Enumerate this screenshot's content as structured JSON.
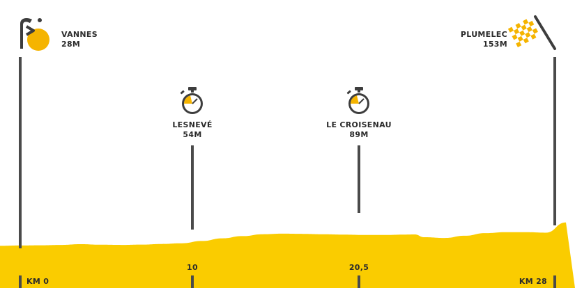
{
  "colors": {
    "profile_fill": "#FACC00",
    "accent": "#F5B400",
    "marker_line": "#4a4a4a",
    "text": "#2b2b2b",
    "icon_dark": "#3d3d3d"
  },
  "icons": {
    "start": "rider-logo-icon",
    "checkpoint": "stopwatch-icon",
    "finish": "checkered-flag-icon"
  },
  "start": {
    "name": "VANNES",
    "elevation": "28M",
    "km_label": "KM 0"
  },
  "checkpoints": [
    {
      "name": "LESNEVÉ",
      "elevation": "54M",
      "km_label": "10"
    },
    {
      "name": "LE CROISENAU",
      "elevation": "89M",
      "km_label": "20,5"
    }
  ],
  "finish": {
    "name": "PLUMELEC",
    "elevation": "153M",
    "km_label": "KM 28"
  },
  "chart_data": {
    "type": "area",
    "x": [
      0,
      1,
      2,
      3,
      4,
      5,
      6,
      7,
      8,
      9,
      10,
      11,
      12,
      13,
      14,
      15,
      16,
      17,
      18,
      19,
      20,
      20.5,
      21,
      22,
      23,
      24,
      25,
      26,
      27,
      28
    ],
    "y": [
      28,
      30,
      31,
      33,
      37,
      34,
      33,
      35,
      38,
      42,
      54,
      68,
      80,
      90,
      93,
      92,
      90,
      88,
      86,
      86,
      88,
      89,
      74,
      70,
      82,
      96,
      101,
      101,
      98,
      153
    ],
    "xlim": [
      0,
      28.5
    ],
    "grid": false
  }
}
